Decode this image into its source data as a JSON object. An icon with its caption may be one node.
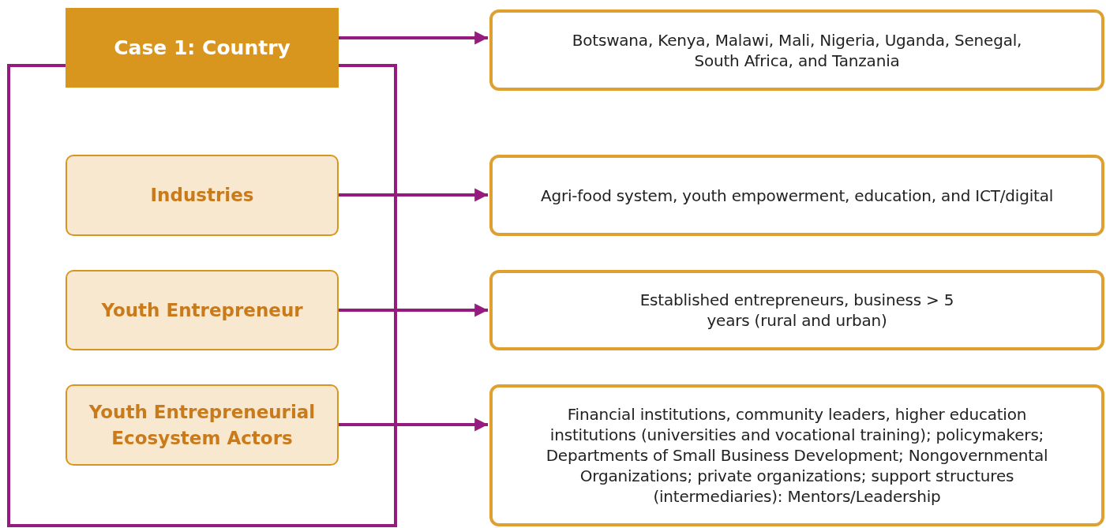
{
  "diagram": {
    "nodes": [
      {
        "text": [
          "Case 1: Country"
        ]
      },
      {
        "text": [
          "Industries"
        ]
      },
      {
        "text": [
          "Youth Entrepreneur"
        ]
      },
      {
        "text": [
          "Youth Entrepreneurial Ecosystem Actors"
        ]
      },
      {
        "text": [
          "Botswana, Kenya, Malawi, Mali, Nigeria, Uganda, Senegal, South Africa, and Tanzania"
        ]
      },
      {
        "text": [
          "Agri-food system, youth empowerment, education, and ICT/digital"
        ]
      },
      {
        "text": [
          "Established entrepreneurs, business > 5 years (rural and urban)"
        ]
      },
      {
        "text": [
          "Financial institutions, community leaders, higher education institutions (universities and vocational training); policymakers; Departments of Small Business Development; Nongovernmental Organizations; private organizations; support structures (intermediaries): Mentors/Leadership"
        ]
      }
    ],
    "edges": [
      {
        "from": 0,
        "to": 4,
        "arrow": "to"
      },
      {
        "from": 1,
        "to": 5,
        "arrow": "to"
      },
      {
        "from": 2,
        "to": 6,
        "arrow": "to"
      },
      {
        "from": 3,
        "to": 7,
        "arrow": "to"
      }
    ]
  }
}
